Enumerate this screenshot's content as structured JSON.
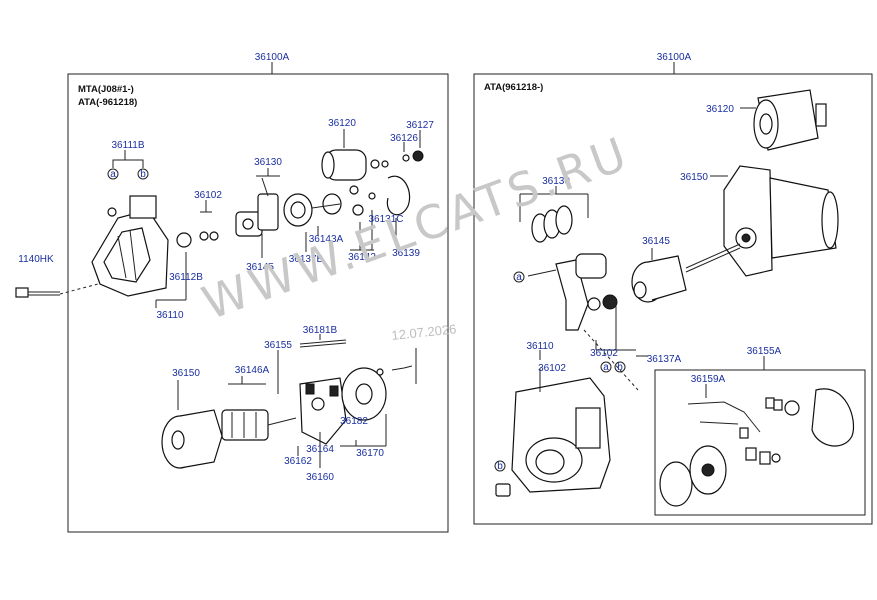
{
  "diagram": {
    "left_title": "36100A",
    "right_title": "36100A",
    "left_variant_1": "MTA(J08#1-)",
    "left_variant_2": "ATA(-961218)",
    "right_variant": "ATA(961218-)",
    "watermark": "WWW.ELCATS.RU",
    "date_stamp": "12.07.2026",
    "left_labels": {
      "p36111B": "36111B",
      "p36102": "36102",
      "p36130": "36130",
      "p36120": "36120",
      "p36126": "36126",
      "p36127": "36127",
      "p36131C": "36131C",
      "p36143A": "36143A",
      "p36137B": "36137B",
      "p36142": "36142",
      "p36139": "36139",
      "p36145": "36145",
      "p36112B": "36112B",
      "p36110": "36110",
      "p1140HK": "1140HK",
      "p36181B": "36181B",
      "p36155": "36155",
      "p36146A": "36146A",
      "p36150": "36150",
      "p36182": "36182",
      "p36162": "36162",
      "p36164": "36164",
      "p36160": "36160",
      "p36170": "36170",
      "circle_a": "a",
      "circle_b": "b"
    },
    "right_labels": {
      "p36120": "36120",
      "p36130": "36130",
      "p36150": "36150",
      "p36145": "36145",
      "p36110": "36110",
      "p36102": "36102",
      "p36102b": "36102",
      "p36137": "36137A",
      "p36155A": "36155A",
      "p36159A": "36159A",
      "circle_a": "a",
      "circle_b": "b"
    }
  }
}
